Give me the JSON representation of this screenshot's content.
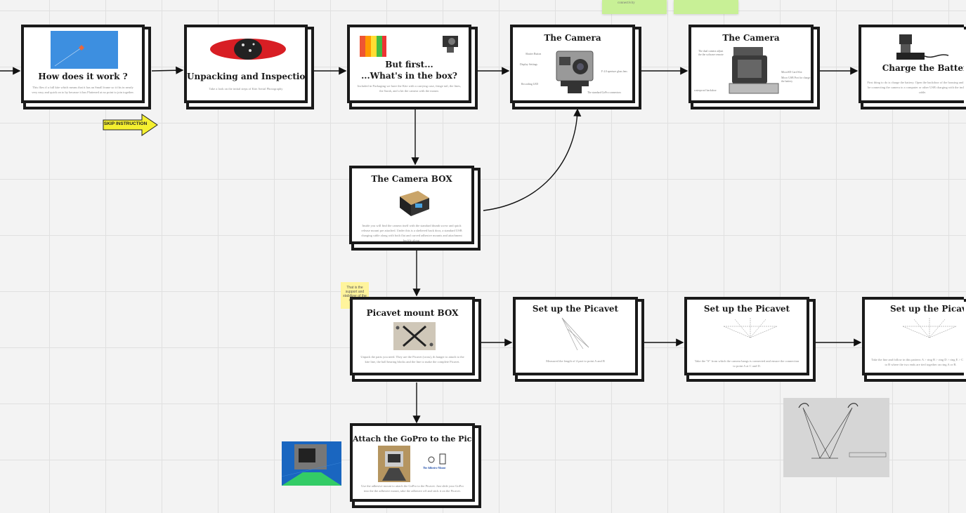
{
  "sticky_top": [
    "connectivity",
    ""
  ],
  "cards": {
    "how": {
      "title": "How does it work ?",
      "body": "This flies if a full kite which means that it has an Small frame so it fits in nearly very easy and quick on to by because it has Flattened at no point to join together."
    },
    "unpack": {
      "title": "Unpacking and Inspection",
      "body": "Take a look on the initial steps of Kite Aerial Photography"
    },
    "first": {
      "title_line1": "But first...",
      "title_line2": "...What's in the box?",
      "body": "Included in Packaging we have the Kite with a carrying case, fringe tail, the lines, the Sarah, and a kit the camera with the mount."
    },
    "camera1": {
      "title": "The Camera",
      "labels": [
        "Shutter Button",
        "Display Settings",
        "Recording LED",
        "F 4.0 aperture glass lens",
        "The standard GoPro connectors"
      ]
    },
    "camera2": {
      "title": "The Camera",
      "labels": [
        "The dual camera adjust the the software remote",
        "MicroSD Card Slot",
        "Micro USB Port for charge the battery",
        "waterproof backdoor"
      ]
    },
    "battery": {
      "title": "Charge the Battery",
      "body": "First thing to do is charge the battery. Open the backdoor of the housing and the battery be connecting the camera to a computer or other USB charging with the included USB cable."
    },
    "box": {
      "title": "The Camera BOX",
      "body": "Inside you will find the camera itself with the standard thumb screw and quick release mount pre attached. Under this is a sheltered back door, a standard USB charging cable along with both flat and curved adhesive mounts and attachment buckle along."
    },
    "picavet_box": {
      "title": "Picavet mount BOX",
      "body": "Unpack the parts you need. They are the Picavet (cross), th hanger to attach to the kite line, the ball bearing blocks and the line to make the complete Picavet."
    },
    "setup1": {
      "title": "Set up the Picavet",
      "body": "Measured the length of 4 part to point A and B"
    },
    "setup2": {
      "title": "Set up the Picavet",
      "body": "Take the \"S\" from which the camera hangs is connected and ensure the connection to point A at C and D."
    },
    "setup3": {
      "title": "Set up the Picavet",
      "body": "Take the line and follow in this pattern: A > ring B > ring D > ring E > C back to B where the two ends are tied together on ring A or B."
    },
    "attach": {
      "title": "Attach the GoPro to the Picavet",
      "body": "Use the adhesive mount to attach the GoPro to the Picavet. Just slide your GoPro into the the adhesive mount, take the adhesive off and stick it on the Picavet.",
      "img_caption": "The Adhesive Mount"
    }
  },
  "note": "That is the support and stabilizer of the camera",
  "skip_label": "SKIP INSTRUCTION",
  "colors": {
    "border": "#1a1a1a",
    "sticky_green": "#c8f096",
    "note_yellow": "#fff49c",
    "skip_arrow": "#f5f030"
  },
  "icons": [
    "kite-photo",
    "bag-photo",
    "kite-colorful-photo",
    "gopro-photo",
    "camera-diagram",
    "camera-back-diagram",
    "battery-charger-photo",
    "camera-box-photo",
    "picavet-parts-photo",
    "picavet-sketch",
    "gopro-mount-photo",
    "adhesive-mount-icon",
    "gopro-green-photo",
    "picavet-schematic"
  ]
}
